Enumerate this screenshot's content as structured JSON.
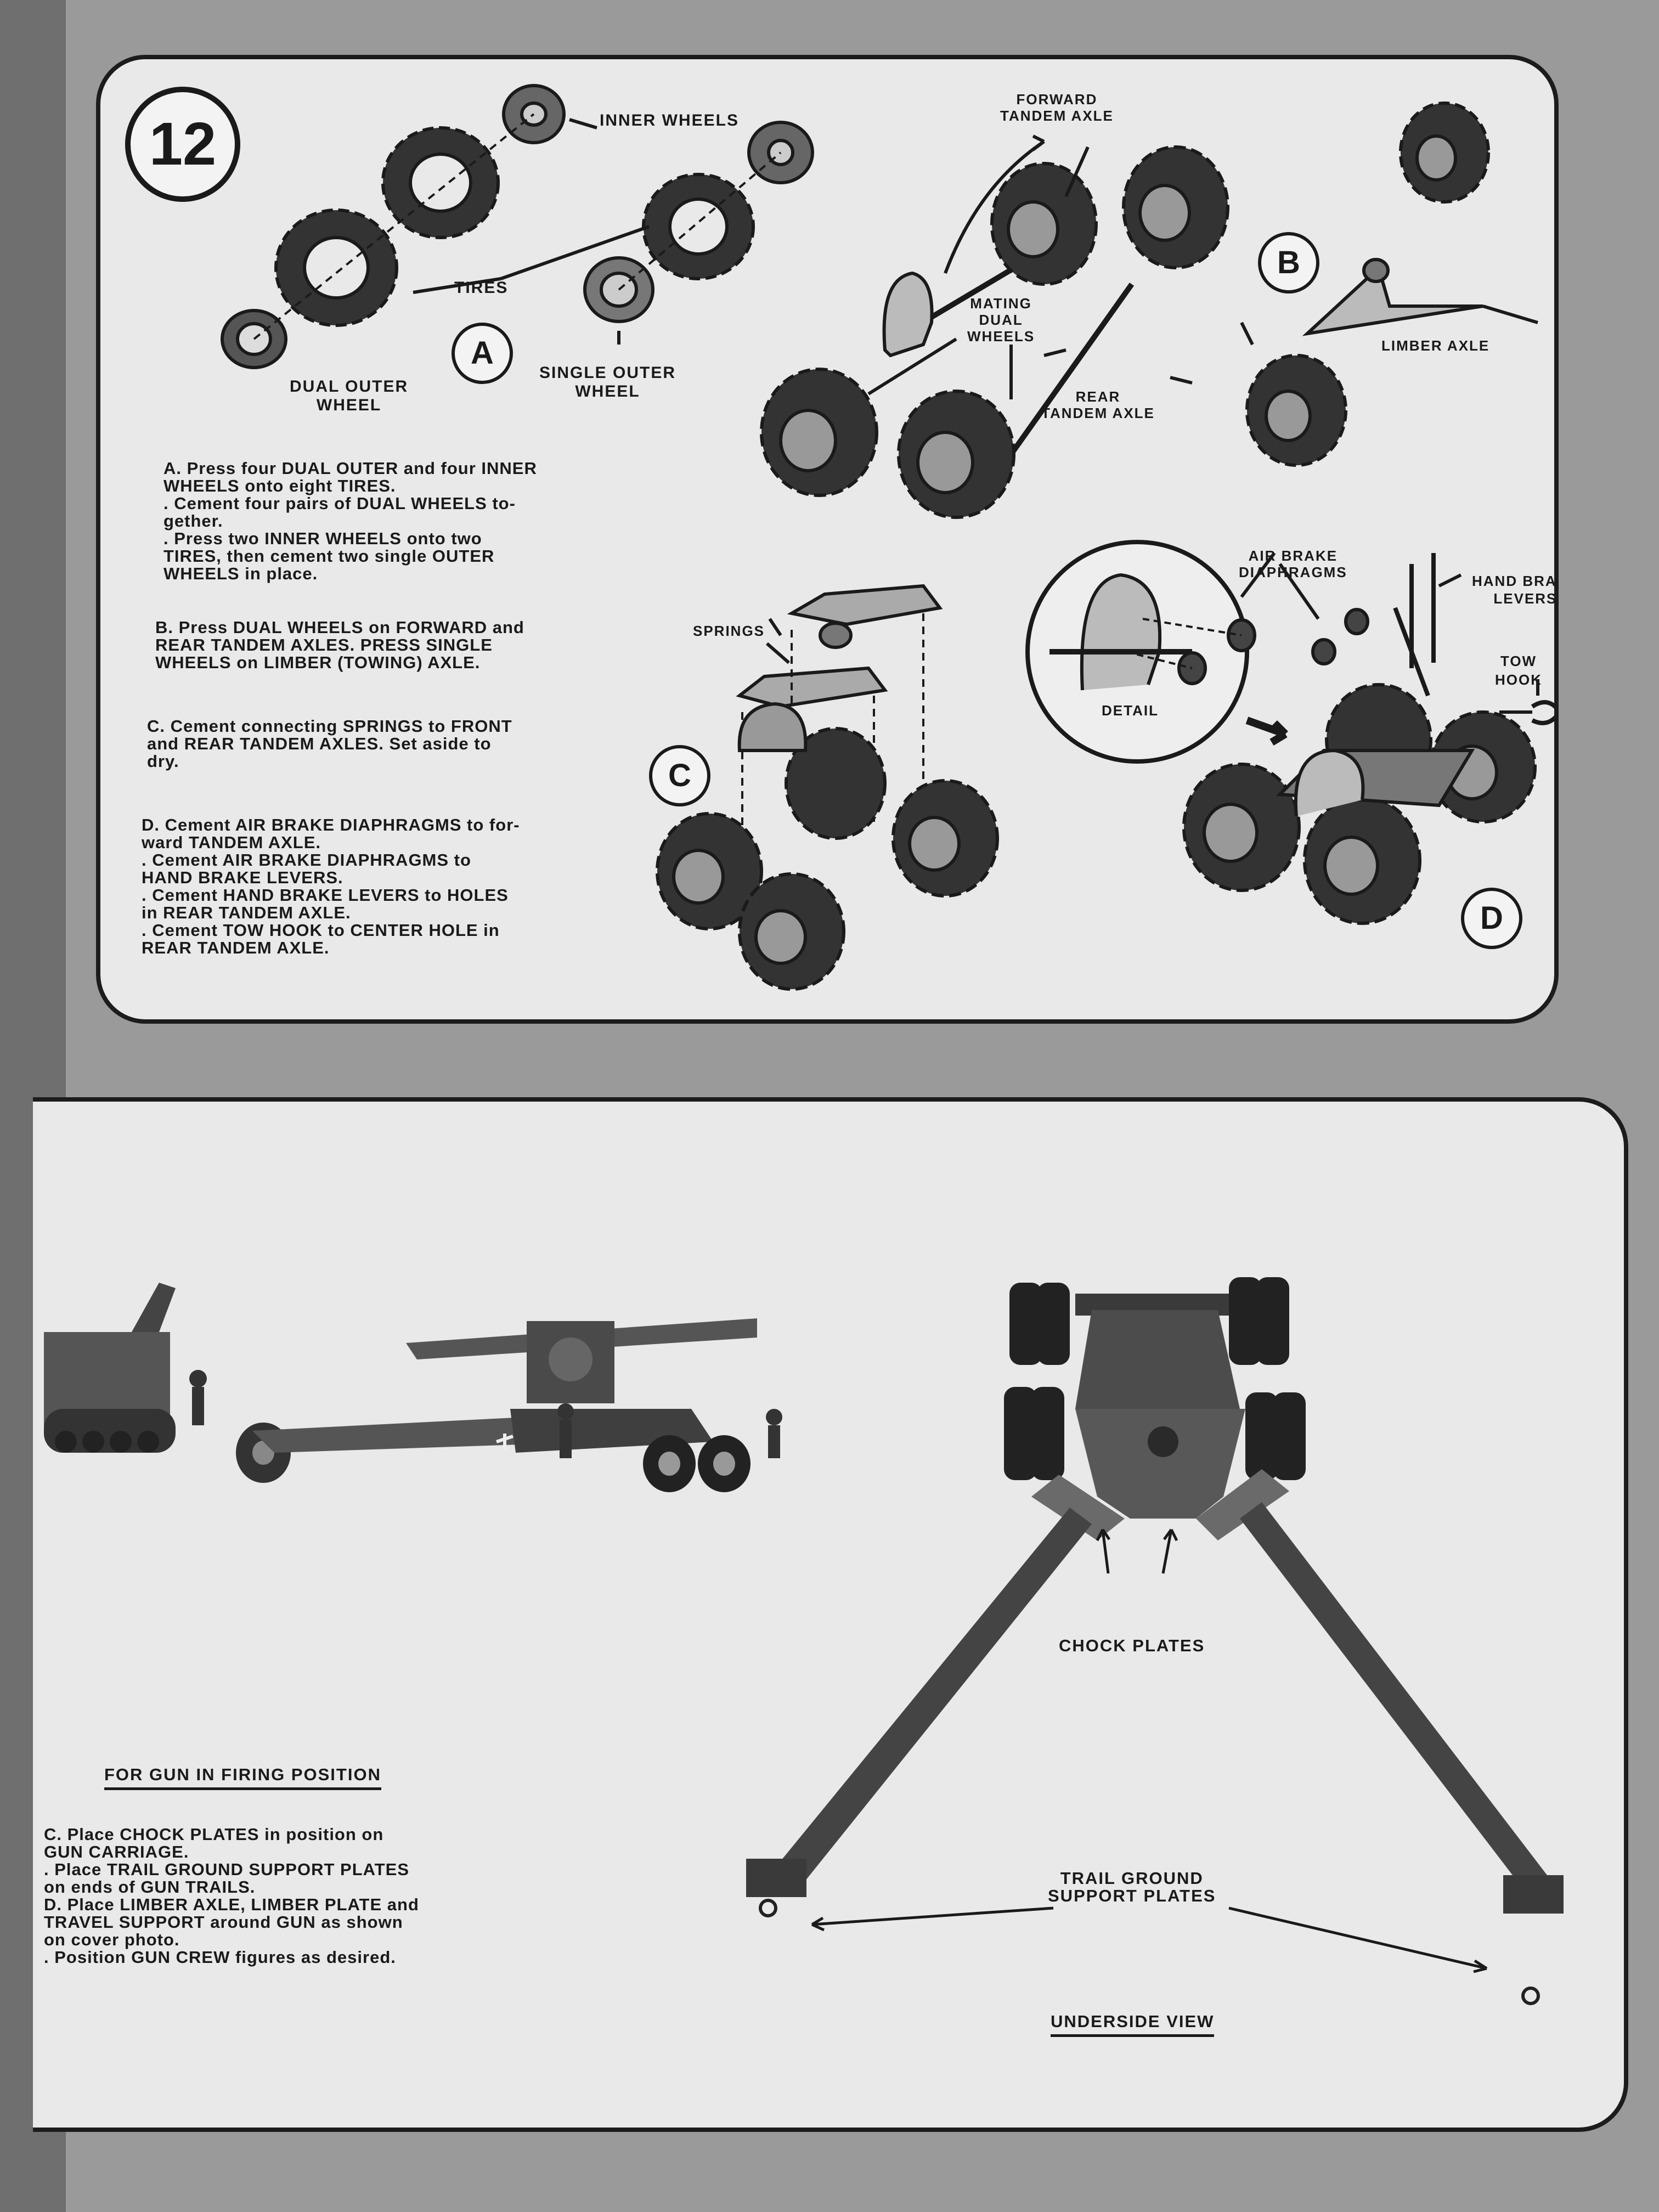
{
  "step_number": "12",
  "top_panel": {
    "labels": {
      "inner_wheels": "INNER WHEELS",
      "tires": "TIRES",
      "dual_outer_wheel": "DUAL OUTER\nWHEEL",
      "single_outer_wheel": "SINGLE OUTER\nWHEEL",
      "forward_tandem_axle": "FORWARD\nTANDEM AXLE",
      "mating_dual_wheels": "MATING\nDUAL\nWHEELS",
      "rear_tandem_axle": "REAR\nTANDEM AXLE",
      "limber_axle": "LIMBER AXLE",
      "springs": "SPRINGS",
      "air_brake_diaphragms": "AIR BRAKE\nDIAPHRAGMS",
      "hand_brake_levers": "HAND BRAKE\nLEVERS",
      "tow_hook": "TOW HOOK",
      "detail": "DETAIL"
    },
    "section_markers": [
      "A",
      "B",
      "C",
      "D"
    ],
    "instructions": {
      "A": [
        "A. Press four DUAL OUTER and four INNER",
        "WHEELS onto eight TIRES.",
        ". Cement four pairs of DUAL WHEELS to-",
        "gether.",
        ". Press two INNER WHEELS onto two",
        "TIRES, then cement two single OUTER",
        "WHEELS in place."
      ],
      "B": [
        "B. Press DUAL WHEELS on FORWARD and",
        "REAR TANDEM AXLES. PRESS SINGLE",
        "WHEELS on LIMBER (TOWING) AXLE."
      ],
      "C": [
        "C. Cement connecting SPRINGS to FRONT",
        "and REAR TANDEM AXLES. Set aside to",
        "dry."
      ],
      "D": [
        "D. Cement AIR BRAKE DIAPHRAGMS to for-",
        "ward TANDEM AXLE.",
        ". Cement AIR BRAKE DIAPHRAGMS to",
        "HAND BRAKE LEVERS.",
        ". Cement HAND BRAKE LEVERS to HOLES",
        "in REAR TANDEM AXLE.",
        ". Cement TOW HOOK to CENTER HOLE in",
        "REAR TANDEM AXLE."
      ]
    }
  },
  "bottom_panel": {
    "heading": "FOR GUN IN FIRING POSITION",
    "instructions": [
      "C. Place CHOCK PLATES in position on",
      "GUN CARRIAGE.",
      ". Place TRAIL GROUND SUPPORT PLATES",
      "on ends of GUN TRAILS.",
      "D. Place LIMBER AXLE, LIMBER PLATE and",
      "TRAVEL SUPPORT around GUN as shown",
      "on cover photo.",
      ". Position GUN CREW figures as desired."
    ],
    "labels": {
      "chock_plates": "CHOCK PLATES",
      "trail_ground_support_plates": "TRAIL GROUND\nSUPPORT PLATES",
      "underside_view": "UNDERSIDE VIEW"
    }
  }
}
